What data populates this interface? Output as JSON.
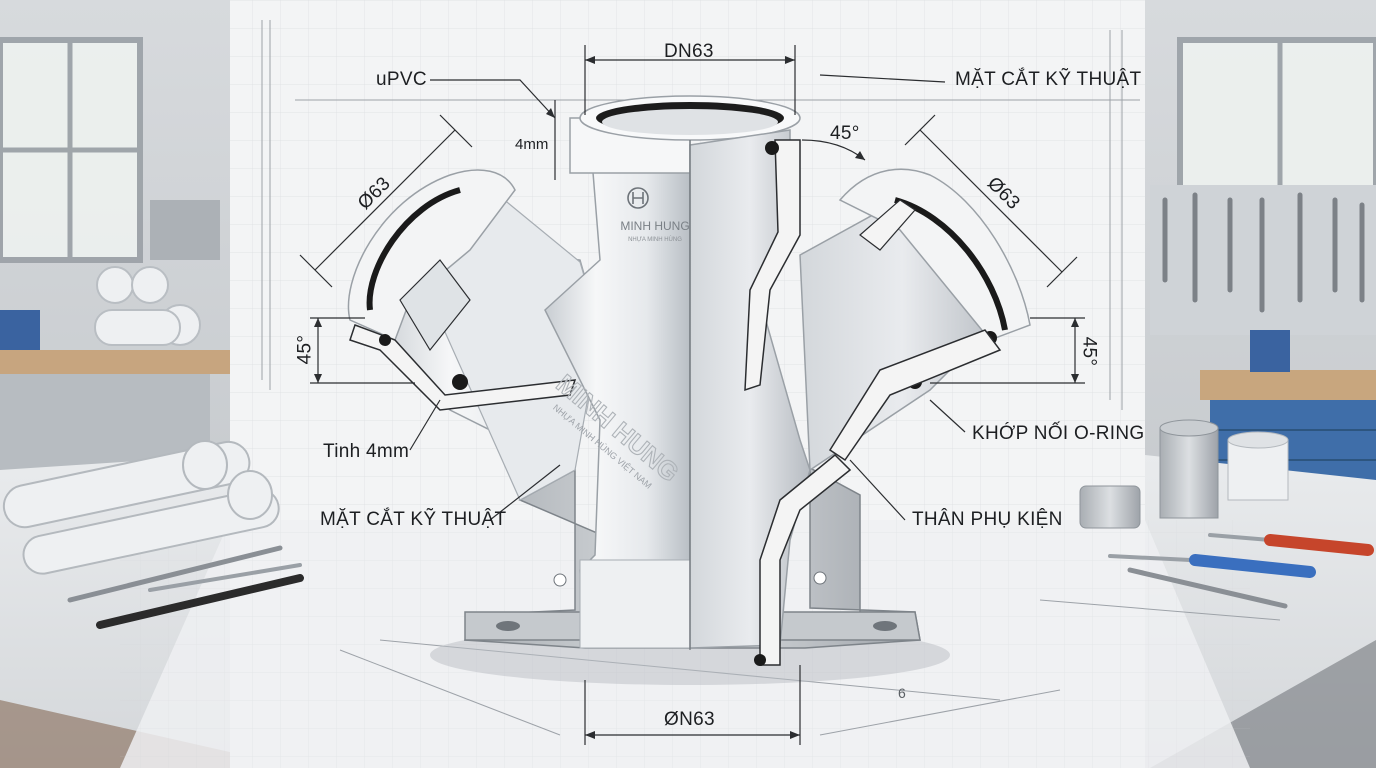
{
  "brand": {
    "name": "MINH HUNG",
    "subline": "NHỰA MINH HÙNG",
    "side_name": "MINH HUNG",
    "side_subline": "NHỰA MINH HÙNG VIỆT NAM"
  },
  "labels": {
    "dn_top": "DN63",
    "material": "uPVC",
    "wall_top": "4mm",
    "section_top": "MẶT CẮT KỸ THUẬT",
    "angle_top": "45°",
    "dia_left": "Ø63",
    "dia_right": "Ø63",
    "angle_left": "45°",
    "angle_right": "45°",
    "wall_left": "Tinh 4mm",
    "section_bottom": "MẶT CẮT KỸ THUẬT",
    "oring": "KHỚP NỐI O-RING",
    "body": "THÂN PHỤ KIỆN",
    "dn_bottom": "ØN63",
    "floor_mark": "6"
  },
  "colors": {
    "pvc": "#eef0f2",
    "pvc_shadow": "#c4c9ce",
    "section_wall": "#f4f4f4",
    "gasket": "#1a1a1a",
    "line": "#2b2d30",
    "paper": "#f4f5f6"
  }
}
